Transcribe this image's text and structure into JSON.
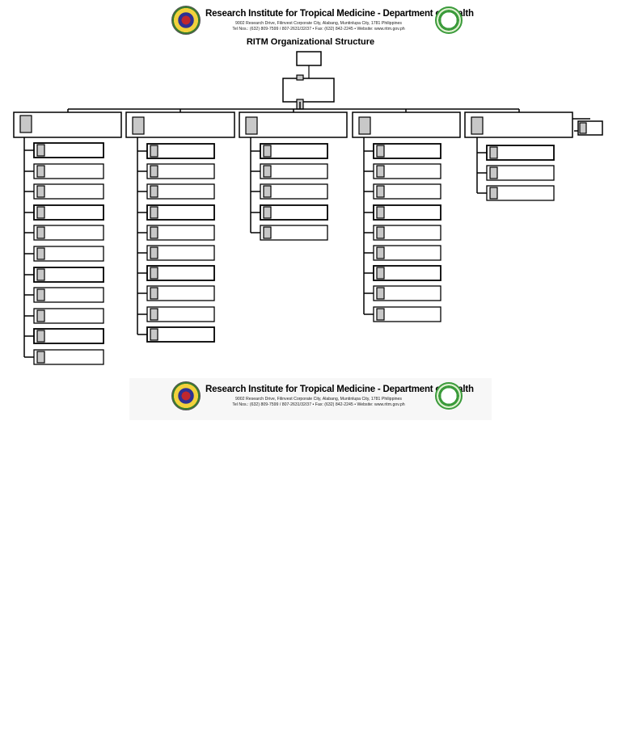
{
  "letterhead": {
    "title": "Research Institute for Tropical Medicine - Department of Health",
    "address": "9002 Research Drive, Filinvest Corporate City, Alabang, Muntinlupa City, 1781 Philippines",
    "contacts": "Tel Nos.: (632) 809-7599 / 807-2631/32/37 • Fax: (632) 842-2245 • Website: www.ritm.gov.ph",
    "left_seal_icon": "doh-seal-icon",
    "right_seal_icon": "ritm-seal-icon",
    "seal_colors": {
      "red": "#c0272d",
      "blue": "#2e3192",
      "gold": "#f2d13c",
      "green": "#3b9b3b"
    }
  },
  "chart": {
    "title": "RITM Organizational Structure",
    "columns": [
      {
        "unit_count": 11
      },
      {
        "unit_count": 10
      },
      {
        "unit_count": 5
      },
      {
        "unit_count": 9
      },
      {
        "unit_count": 3
      }
    ]
  }
}
